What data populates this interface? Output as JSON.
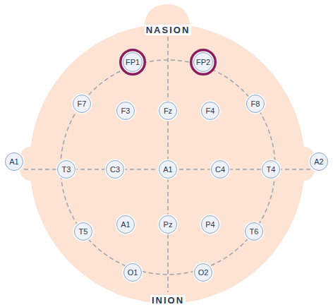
{
  "diagram": {
    "nodes": [
      {
        "text": [
          "FP1"
        ]
      },
      {
        "text": [
          "FP2"
        ]
      },
      {
        "text": [
          "F7"
        ]
      },
      {
        "text": [
          "F3"
        ]
      },
      {
        "text": [
          "Fz"
        ]
      },
      {
        "text": [
          "F4"
        ]
      },
      {
        "text": [
          "F8"
        ]
      },
      {
        "text": [
          "A1"
        ]
      },
      {
        "text": [
          "T3"
        ]
      },
      {
        "text": [
          "C3"
        ]
      },
      {
        "text": [
          "A1"
        ]
      },
      {
        "text": [
          "C4"
        ]
      },
      {
        "text": [
          "T4"
        ]
      },
      {
        "text": [
          "A2"
        ]
      },
      {
        "text": [
          "T5"
        ]
      },
      {
        "text": [
          "A1"
        ]
      },
      {
        "text": [
          "Pz"
        ]
      },
      {
        "text": [
          "P4"
        ]
      },
      {
        "text": [
          "T6"
        ]
      },
      {
        "text": [
          "O1"
        ]
      },
      {
        "text": [
          "O2"
        ]
      }
    ],
    "labels": [
      "NASION",
      "INION"
    ]
  }
}
